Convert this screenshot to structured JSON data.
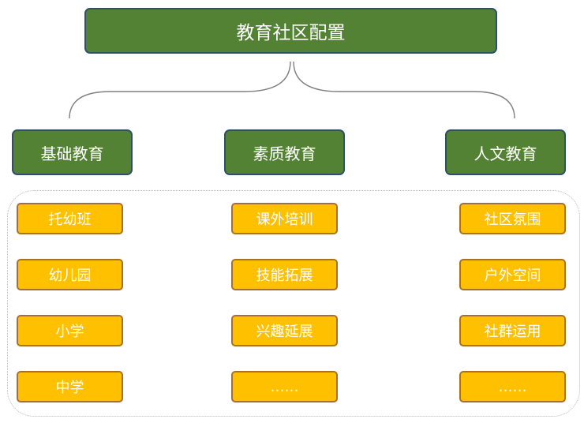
{
  "root": {
    "label": "教育社区配置"
  },
  "categories": [
    {
      "label": "基础教育",
      "items": [
        "托幼班",
        "幼儿园",
        "小学",
        "中学"
      ]
    },
    {
      "label": "素质教育",
      "items": [
        "课外培训",
        "技能拓展",
        "兴趣延展",
        "……"
      ]
    },
    {
      "label": "人文教育",
      "items": [
        "社区氛围",
        "户外空间",
        "社群运用",
        "……"
      ]
    }
  ],
  "colors": {
    "node_fill": "#548235",
    "node_border": "#2f5069",
    "item_fill": "#ffc000",
    "item_border": "#a9702a",
    "connector": "#7f7f7f",
    "container_border": "#b8b8b8"
  }
}
